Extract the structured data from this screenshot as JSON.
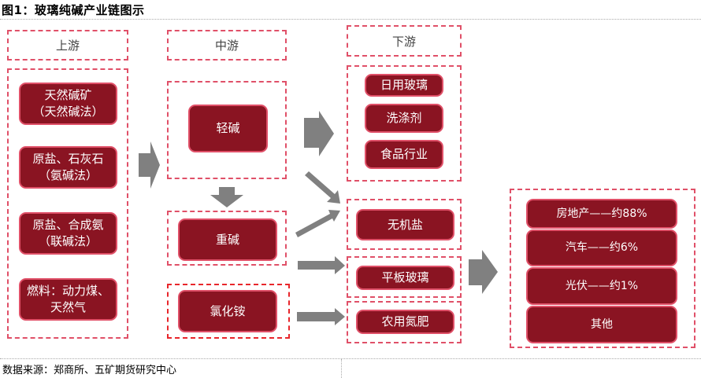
{
  "title": "图1：玻璃纯碱产业链图示",
  "source": "数据来源：郑商所、五矿期货研究中心",
  "colors": {
    "pill_fill": "#8a1422",
    "pill_border": "#e05068",
    "dash": "#e05068",
    "dash_alt": "#e8262b",
    "arrow": "#808080"
  },
  "upstream": {
    "header": "上游",
    "items": [
      {
        "line1": "天然碱矿",
        "line2": "（天然碱法）"
      },
      {
        "line1": "原盐、石灰石",
        "line2": "（氨碱法）"
      },
      {
        "line1": "原盐、合成氨",
        "line2": "（联碱法）"
      },
      {
        "line1": "燃料：动力煤、",
        "line2": "天然气"
      }
    ]
  },
  "midstream": {
    "header": "中游",
    "items": [
      "轻碱",
      "重碱",
      "氯化铵"
    ]
  },
  "downstream": {
    "header": "下游",
    "light_soda_uses": [
      "日用玻璃",
      "洗涤剂",
      "食品行业"
    ],
    "inorganic_salt": "无机盐",
    "flat_glass": "平板玻璃",
    "fertilizer": "农用氮肥"
  },
  "terminal": {
    "items": [
      "房地产——约88%",
      "汽车——约6%",
      "光伏——约1%",
      "其他"
    ]
  }
}
